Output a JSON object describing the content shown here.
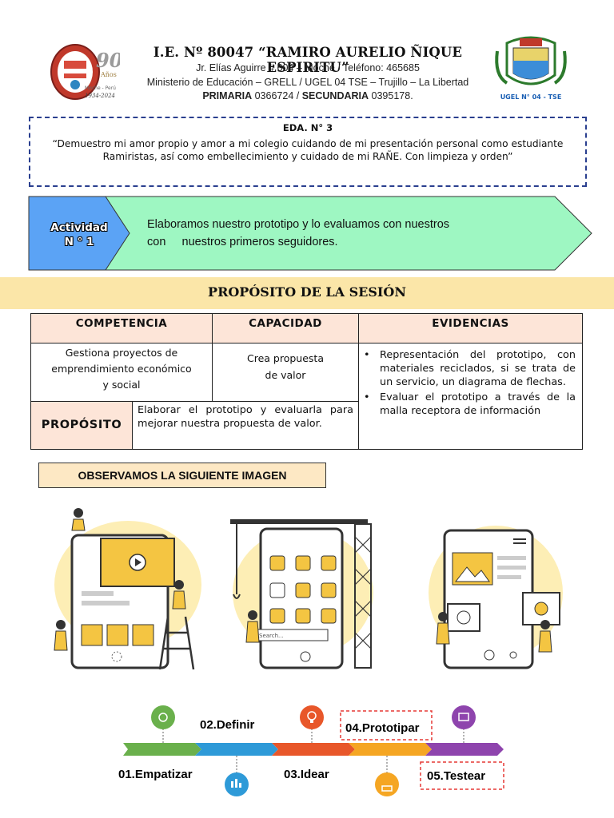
{
  "header": {
    "title": "I.E. Nº 80047 “RAMIRO AURELIO ÑIQUE ESPIRITU”",
    "address": "Jr. Elías Aguirre # 604 – Moche / Teléfono: 465685",
    "ministry": "Ministerio de Educación – GRELL / UGEL 04 TSE – Trujillo – La Libertad",
    "codes_primaria_label": "PRIMARIA",
    "codes_primaria": "0366724",
    "codes_sep": " / ",
    "codes_secundaria_label": "SECUNDARIA",
    "codes_secundaria": "0395178.",
    "logo_left": {
      "number": "90",
      "word": "Años",
      "place": "Moche - Perú",
      "years": "1934-2024"
    },
    "logo_right": {
      "caption": "UGEL N° 04 - TSE"
    }
  },
  "eda": {
    "title": "EDA. N° 3",
    "text": "“Demuestro mi amor propio y amor a mi colegio cuidando de mi presentación personal como estudiante Ramiristas, así como embellecimiento y cuidado de mi RAÑE. Con limpieza y orden”"
  },
  "activity": {
    "label_line1": "Actividad",
    "label_line2": "N ° 1",
    "text_line1": "Elaboramos nuestro prototipo y lo evaluamos con nuestros",
    "text_line2": "con     nuestros primeros seguidores."
  },
  "purpose_title": "PROPÓSITO DE LA SESIÓN",
  "table": {
    "headers": [
      "COMPETENCIA",
      "CAPACIDAD",
      "EVIDENCIAS"
    ],
    "competencia": "Gestiona proyectos de emprendimiento económico y social",
    "capacidad": "Crea propuesta de valor",
    "evidencias": [
      "Representación del prototipo, con materiales reciclados, si se trata de un servicio, un diagrama de flechas.",
      "Evaluar el prototipo a través de la malla receptora de información"
    ],
    "proposito_label": "PROPÓSITO",
    "proposito_text": "Elaborar el prototipo y evaluarla para mejorar nuestra propuesta de valor."
  },
  "observe_title": "OBSERVAMOS LA SIGUIENTE IMAGEN",
  "illustration": {
    "search_text": "Search..."
  },
  "timeline": {
    "steps": [
      {
        "label": "01.Empatizar",
        "color": "#6ab04c",
        "icon": "smile-icon"
      },
      {
        "label": "02.Definir",
        "color": "#2e9ad8",
        "icon": "chart-icon"
      },
      {
        "label": "03.Idear",
        "color": "#e8572a",
        "icon": "lightbulb-icon"
      },
      {
        "label": "04.Prototipar",
        "color": "#f5a623",
        "icon": "download-icon"
      },
      {
        "label": "05.Testear",
        "color": "#8e44ad",
        "icon": "image-icon"
      }
    ]
  },
  "colors": {
    "activity_label_bg": "#5ba3f5",
    "activity_arrow_bg": "#9ef7c2",
    "purpose_band": "#fbe6a8",
    "table_header": "#fde5d8",
    "illustration_yellow": "#f4c542"
  }
}
